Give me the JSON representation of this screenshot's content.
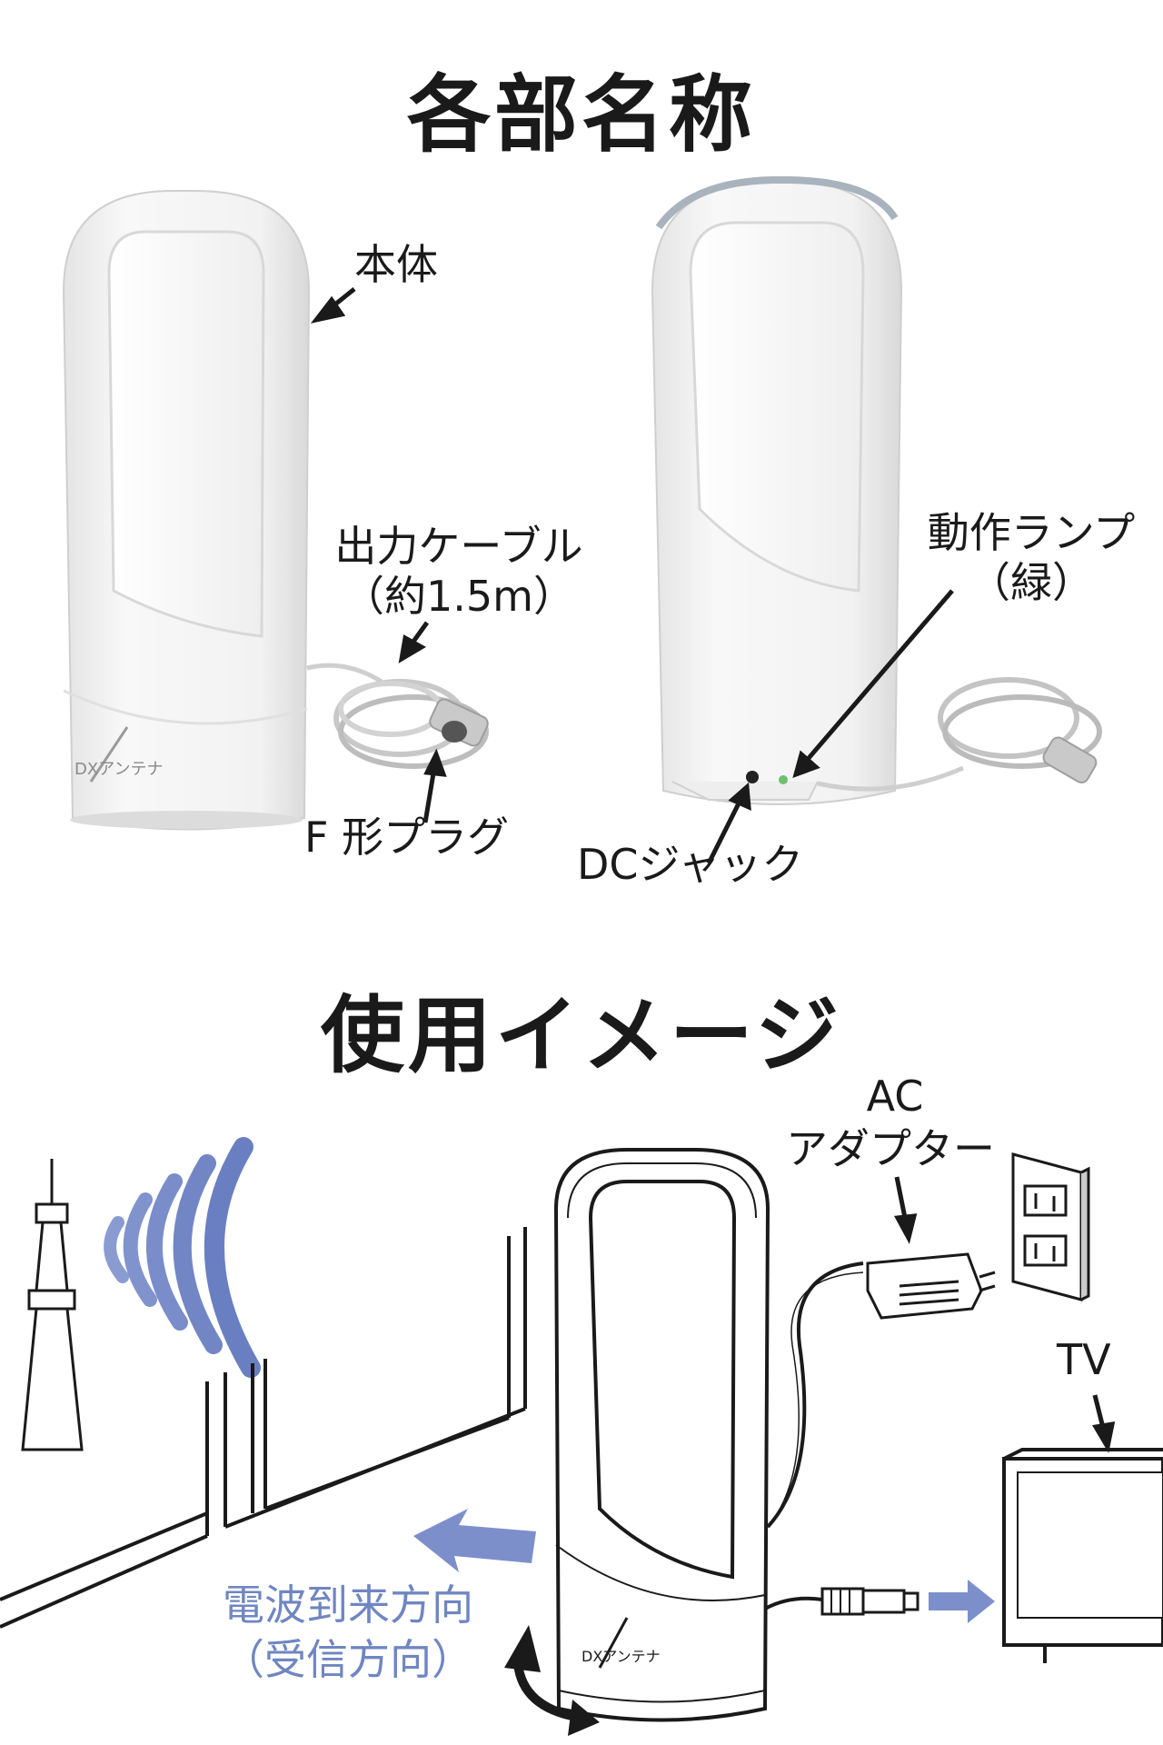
{
  "sections": {
    "parts_title": "各部名称",
    "usage_title": "使用イメージ"
  },
  "parts_labels": {
    "body": "本体",
    "output_cable": "出力ケーブル",
    "output_cable_length": "（約1.5m）",
    "f_plug": "F 形プラグ",
    "status_lamp": "動作ランプ",
    "status_lamp_color": "（緑）",
    "dc_jack": "DCジャック"
  },
  "usage_labels": {
    "ac": "AC",
    "adapter": "アダプター",
    "tv": "TV",
    "wave_direction": "電波到来方向",
    "receive_direction": "（受信方向）"
  },
  "brand": {
    "logo_text": "DXアンテナ"
  },
  "colors": {
    "wave_blue": "#7d8fcb",
    "device_white": "#f4f4f4",
    "device_shadow": "#d6d6d6",
    "line": "#1a1a1a"
  }
}
